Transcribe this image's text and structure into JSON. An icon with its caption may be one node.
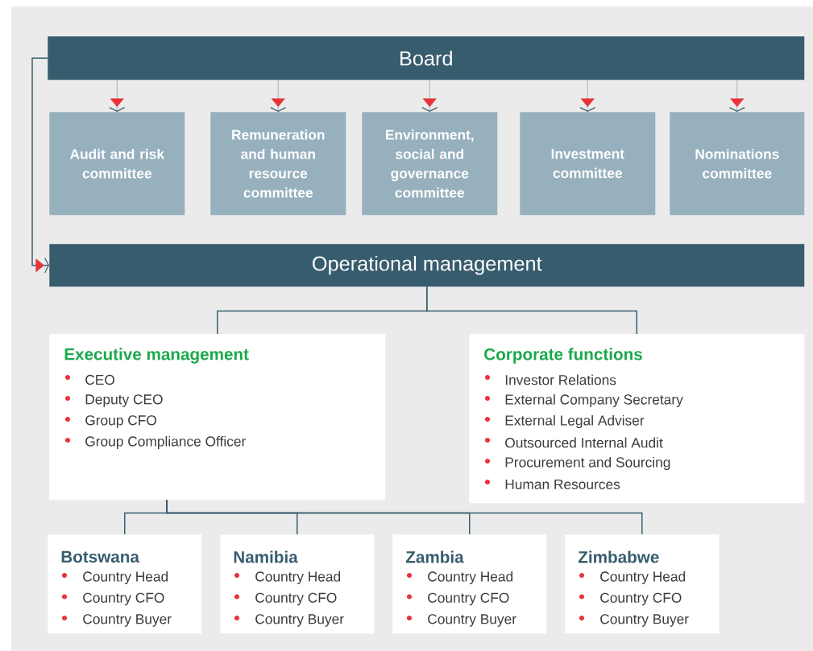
{
  "diagram": {
    "nodes": [
      {
        "text": [
          "Board"
        ]
      },
      {
        "text": [
          "Audit and risk committee"
        ]
      },
      {
        "text": [
          "Remuneration and human resource committee"
        ]
      },
      {
        "text": [
          "Environment, social and governance committee"
        ]
      },
      {
        "text": [
          "Investment committee"
        ]
      },
      {
        "text": [
          "Nominations committee"
        ]
      },
      {
        "text": [
          "Operational management"
        ]
      },
      {
        "text": [
          "Executive management",
          "CEO",
          "Deputy CEO",
          "Group CFO",
          "Group Compliance Officer"
        ]
      },
      {
        "text": [
          "Corporate functions",
          "Investor Relations",
          "External Company Secretary",
          "External Legal Adviser",
          "Outsourced Internal Audit",
          "Procurement and Sourcing",
          "Human Resources"
        ]
      },
      {
        "text": [
          "Botswana",
          "Country Head",
          "Country CFO",
          "Country Buyer"
        ]
      },
      {
        "text": [
          "Namibia",
          "Country Head",
          "Country CFO",
          "Country Buyer"
        ]
      },
      {
        "text": [
          "Zambia",
          "Country Head",
          "Country CFO",
          "Country Buyer"
        ]
      },
      {
        "text": [
          "Zimbabwe",
          "Country Head",
          "Country CFO",
          "Country Buyer"
        ]
      }
    ],
    "edges": [
      {
        "from": 0,
        "to": 1,
        "arrow": "to"
      },
      {
        "from": 0,
        "to": 2,
        "arrow": "to"
      },
      {
        "from": 0,
        "to": 3,
        "arrow": "to"
      },
      {
        "from": 0,
        "to": 4,
        "arrow": "to"
      },
      {
        "from": 0,
        "to": 5,
        "arrow": "to"
      },
      {
        "from": 0,
        "to": 6,
        "arrow": "to"
      },
      {
        "from": 6,
        "to": 7,
        "arrow": "none"
      },
      {
        "from": 6,
        "to": 8,
        "arrow": "none"
      },
      {
        "from": 7,
        "to": 9,
        "arrow": "none"
      },
      {
        "from": 7,
        "to": 10,
        "arrow": "none"
      },
      {
        "from": 7,
        "to": 11,
        "arrow": "none"
      },
      {
        "from": 7,
        "to": 12,
        "arrow": "none"
      }
    ]
  }
}
